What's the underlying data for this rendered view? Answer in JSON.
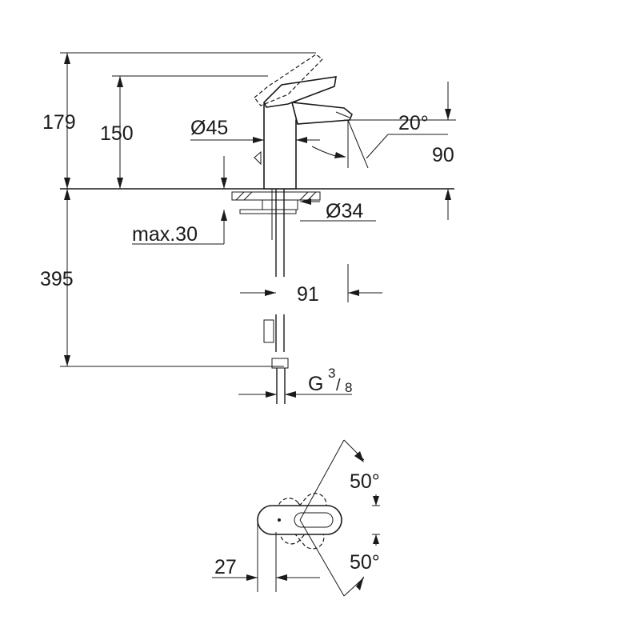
{
  "dimensions": {
    "total_height": "179",
    "spout_height": "150",
    "body_diameter": "Ø45",
    "spout_angle": "20°",
    "spout_reach": "90",
    "mount_diameter": "Ø34",
    "max_deck_thickness": "max.30",
    "hose_length": "395",
    "hose_offset": "91",
    "connection_thread_prefix": "G",
    "connection_thread_num": "3",
    "connection_thread_den": "8",
    "handle_rotation_back": "50°",
    "handle_rotation_front": "50°",
    "handle_offset": "27"
  }
}
